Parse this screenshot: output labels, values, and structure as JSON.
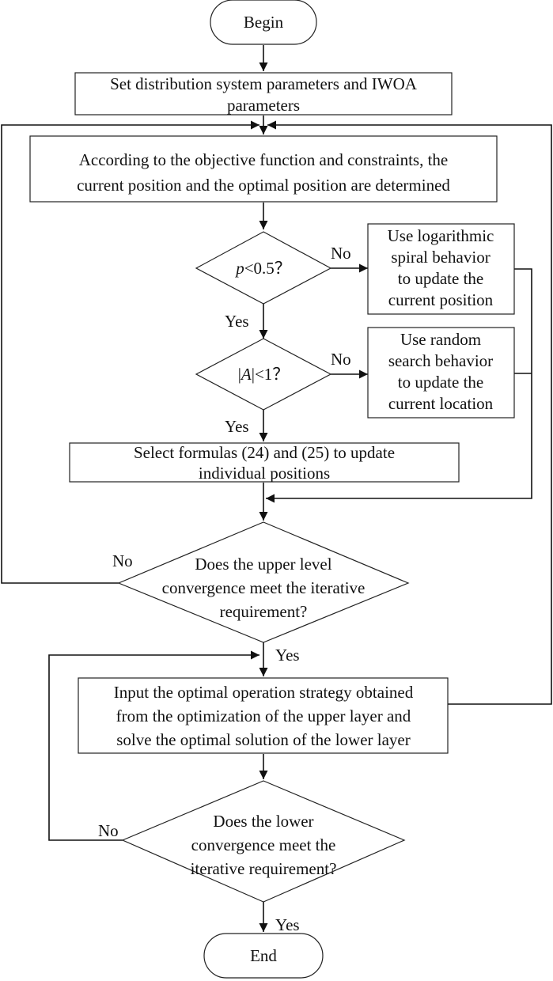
{
  "nodes": {
    "begin": {
      "label": "Begin"
    },
    "set_params": {
      "lines": [
        "Set distribution system parameters and IWOA",
        "parameters"
      ]
    },
    "determine_positions": {
      "lines": [
        "According to the objective function and constraints, the",
        "current position and the optimal position are determined"
      ]
    },
    "decision_p": {
      "var": "p",
      "rest": "<0.5？"
    },
    "spiral_update": {
      "lines": [
        "Use logarithmic",
        "spiral behavior",
        "to update the",
        "current position"
      ]
    },
    "decision_a": {
      "bar_left": "|",
      "var": "A",
      "rest": "|<1？"
    },
    "random_search": {
      "lines": [
        "Use random",
        "search behavior",
        "to update the",
        "current location"
      ]
    },
    "select_formulas": {
      "lines": [
        "Select formulas (24) and (25) to update",
        "individual positions"
      ]
    },
    "decision_upper": {
      "lines": [
        "Does the upper level",
        "convergence meet the iterative",
        "requirement?"
      ]
    },
    "input_strategy": {
      "lines": [
        "Input the optimal operation strategy obtained",
        "from the optimization of the upper layer and",
        "solve the optimal solution of the lower layer"
      ]
    },
    "decision_lower": {
      "lines": [
        "Does the lower",
        "convergence meet the",
        "iterative requirement?"
      ]
    },
    "end": {
      "label": "End"
    }
  },
  "edge_labels": {
    "p_no": "No",
    "p_yes": "Yes",
    "a_no": "No",
    "a_yes": "Yes",
    "upper_no": "No",
    "upper_yes": "Yes",
    "lower_no": "No",
    "lower_yes": "Yes"
  }
}
